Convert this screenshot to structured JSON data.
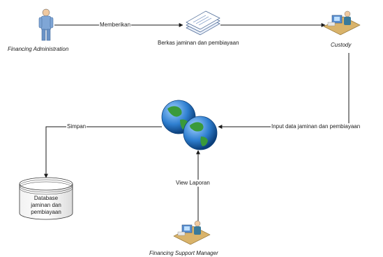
{
  "nodes": {
    "admin": {
      "label": "Financing Administration",
      "icon": "person-icon"
    },
    "documents": {
      "label": "Berkas jaminan dan pembiayaan",
      "icon": "documents-icon"
    },
    "custody": {
      "label": "Custody",
      "icon": "workstation-icon"
    },
    "system": {
      "icon": "globe-icon"
    },
    "database": {
      "label_lines": [
        "Database",
        "jaminan dan",
        "pembiayaan"
      ],
      "icon": "database-icon"
    },
    "manager": {
      "label": "Financing Support Manager",
      "icon": "workstation-icon"
    }
  },
  "edges": {
    "memberikan": "Memberikan",
    "input": "Input data jaminan dan pembiayaan",
    "simpan": "Simpan",
    "view": "View Laporan"
  },
  "colors": {
    "line": "#1a1a1a",
    "person": "#7fa6d6",
    "globe_sea": "#2f7fd0",
    "globe_land": "#3a9a3a",
    "desk": "#d9b36a"
  }
}
